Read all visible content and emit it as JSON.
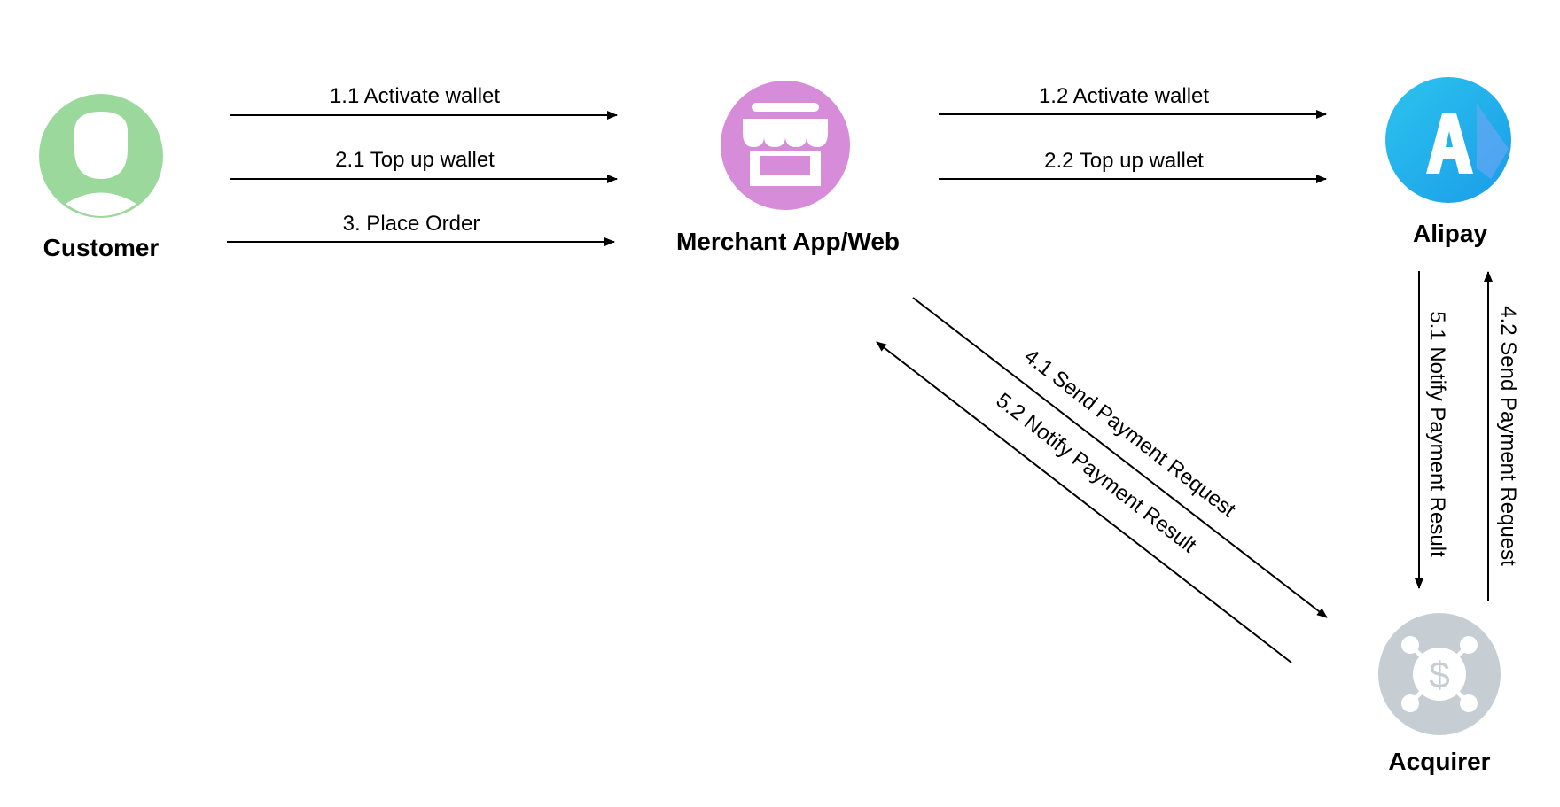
{
  "nodes": {
    "customer": {
      "label": "Customer",
      "icon": "user-icon",
      "color": "#9bd89c"
    },
    "merchant": {
      "label": "Merchant App/Web",
      "icon": "storefront-icon",
      "color": "#d68cd8"
    },
    "alipay": {
      "label": "Alipay",
      "icon": "alipay-logo-icon",
      "color": "#2fb2ec"
    },
    "acquirer": {
      "label": "Acquirer",
      "icon": "payment-network-icon",
      "color": "#c7ced3"
    }
  },
  "edges": {
    "activate_1": {
      "label": "1.1 Activate wallet",
      "from": "Customer",
      "to": "Merchant App/Web"
    },
    "topup_1": {
      "label": "2.1 Top up wallet",
      "from": "Customer",
      "to": "Merchant App/Web"
    },
    "place_order": {
      "label": "3. Place Order",
      "from": "Customer",
      "to": "Merchant App/Web"
    },
    "activate_2": {
      "label": "1.2 Activate wallet",
      "from": "Merchant App/Web",
      "to": "Alipay"
    },
    "topup_2": {
      "label": "2.2 Top up wallet",
      "from": "Merchant App/Web",
      "to": "Alipay"
    },
    "send_request_1": {
      "label": "4.1 Send Payment Request",
      "from": "Merchant App/Web",
      "to": "Acquirer"
    },
    "notify_result_2": {
      "label": "5.2 Notify Payment Result",
      "from": "Acquirer",
      "to": "Merchant App/Web"
    },
    "notify_result_1": {
      "label": "5.1 Notify Payment Result",
      "from": "Alipay",
      "to": "Acquirer"
    },
    "send_request_2": {
      "label": "4.2 Send Payment Request",
      "from": "Acquirer",
      "to": "Alipay"
    }
  }
}
